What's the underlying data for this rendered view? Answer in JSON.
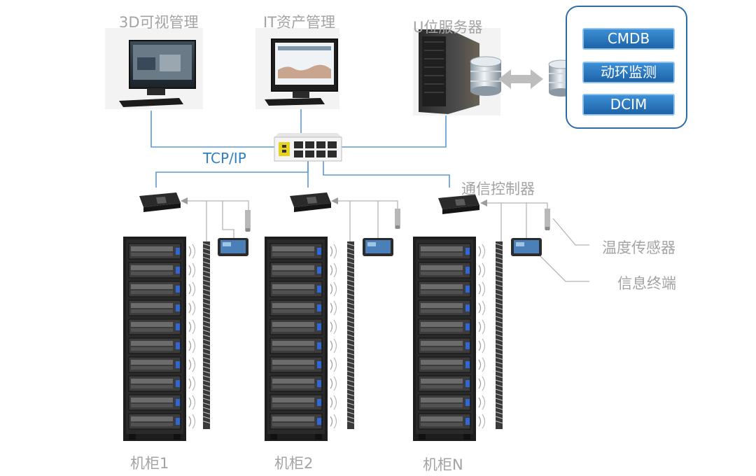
{
  "top_labels": {
    "view3d": "3D可视管理",
    "it_asset": "IT资产管理",
    "u_server": "U位服务器"
  },
  "network": {
    "protocol": "TCP/IP"
  },
  "db_panel": {
    "items": [
      "CMDB",
      "动环监测",
      "DCIM"
    ]
  },
  "device_labels": {
    "controller": "通信控制器",
    "temp_sensor": "温度传感器",
    "info_terminal": "信息终端"
  },
  "cabinets": [
    "机柜1",
    "机柜2",
    "机柜N"
  ],
  "colors": {
    "line_blue": "#5b9bd5",
    "label_gray": "#a3a3a3",
    "badge_blue": "#2a78c2",
    "tcp_text": "#2f7fc0"
  }
}
